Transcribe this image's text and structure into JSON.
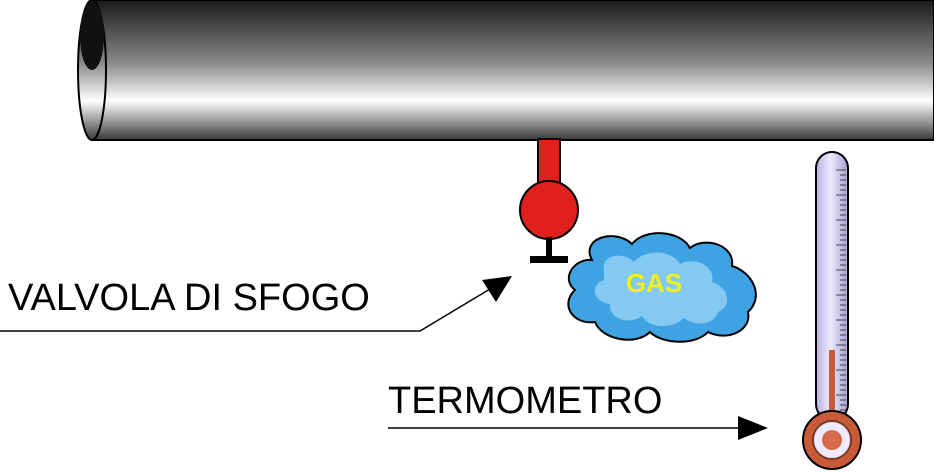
{
  "labels": {
    "valve": "VALVOLA DI SFOGO",
    "thermometer": "TERMOMETRO",
    "gas": "GAS"
  },
  "colors": {
    "valve_red": "#e0201b",
    "cloud_blue": "#3fa2e3",
    "cloud_light": "#8fd0f5",
    "gas_text": "#f2ef1e",
    "thermo_glass": "#cfc9ea",
    "thermo_bulb": "#c85a3a"
  }
}
